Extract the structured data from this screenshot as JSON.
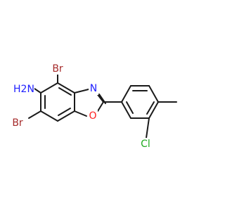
{
  "structure": {
    "atoms": {
      "amine": "H2N",
      "bromine_top": "Br",
      "bromine_bottom": "Br",
      "nitrogen": "N",
      "oxygen": "O",
      "chlorine": "Cl"
    },
    "colors": {
      "bond": "#1a1a1a",
      "carbon": "#1a1a1a",
      "nitrogen": "#2020ff",
      "oxygen": "#ff2020",
      "bromine": "#a52a2a",
      "chlorine": "#1faa1f"
    }
  }
}
